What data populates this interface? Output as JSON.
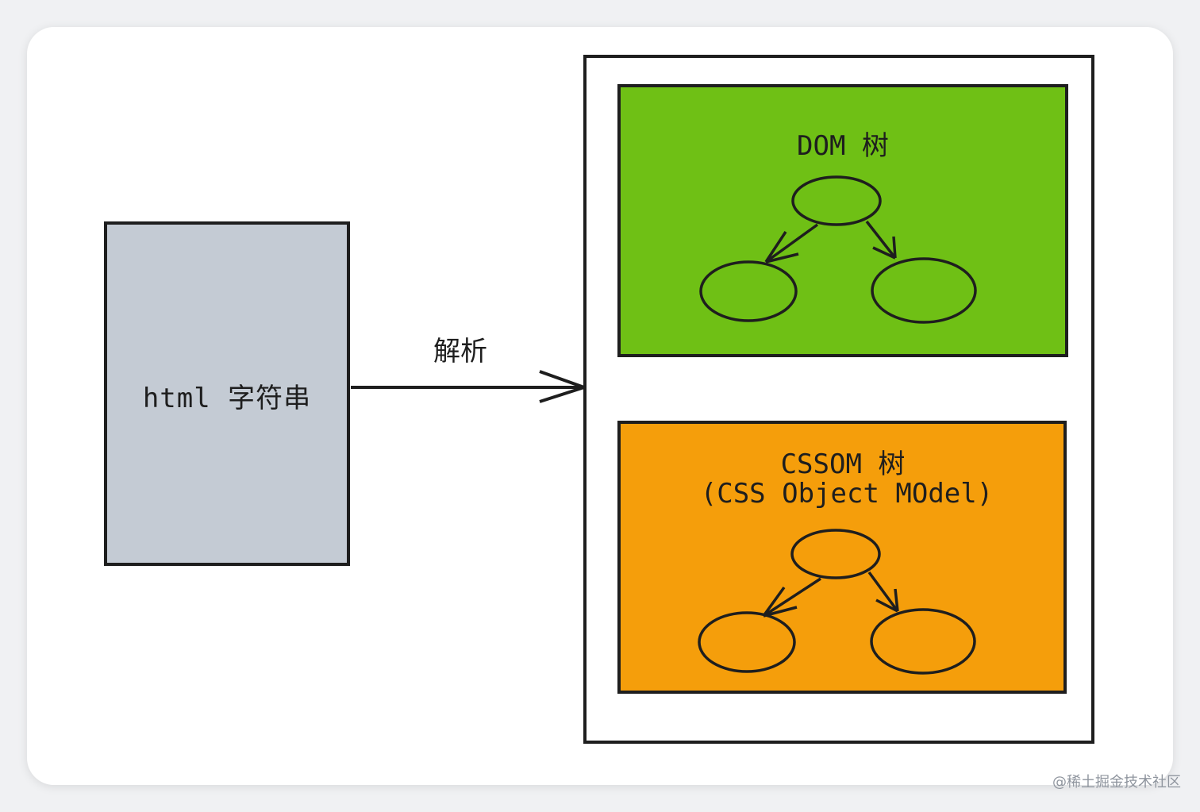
{
  "html_box": {
    "label": "html 字符串"
  },
  "arrow": {
    "label": "解析"
  },
  "dom": {
    "title": "DOM 树"
  },
  "cssom": {
    "title": "CSSOM 树",
    "subtitle": "(CSS Object MOdel)"
  },
  "watermark": "@稀土掘金技术社区",
  "colors": {
    "html_fill": "#c4cbd4",
    "dom_fill": "#6fc015",
    "cssom_fill": "#f59e0b",
    "stroke": "#1e1e1e",
    "background": "#ffffff"
  }
}
